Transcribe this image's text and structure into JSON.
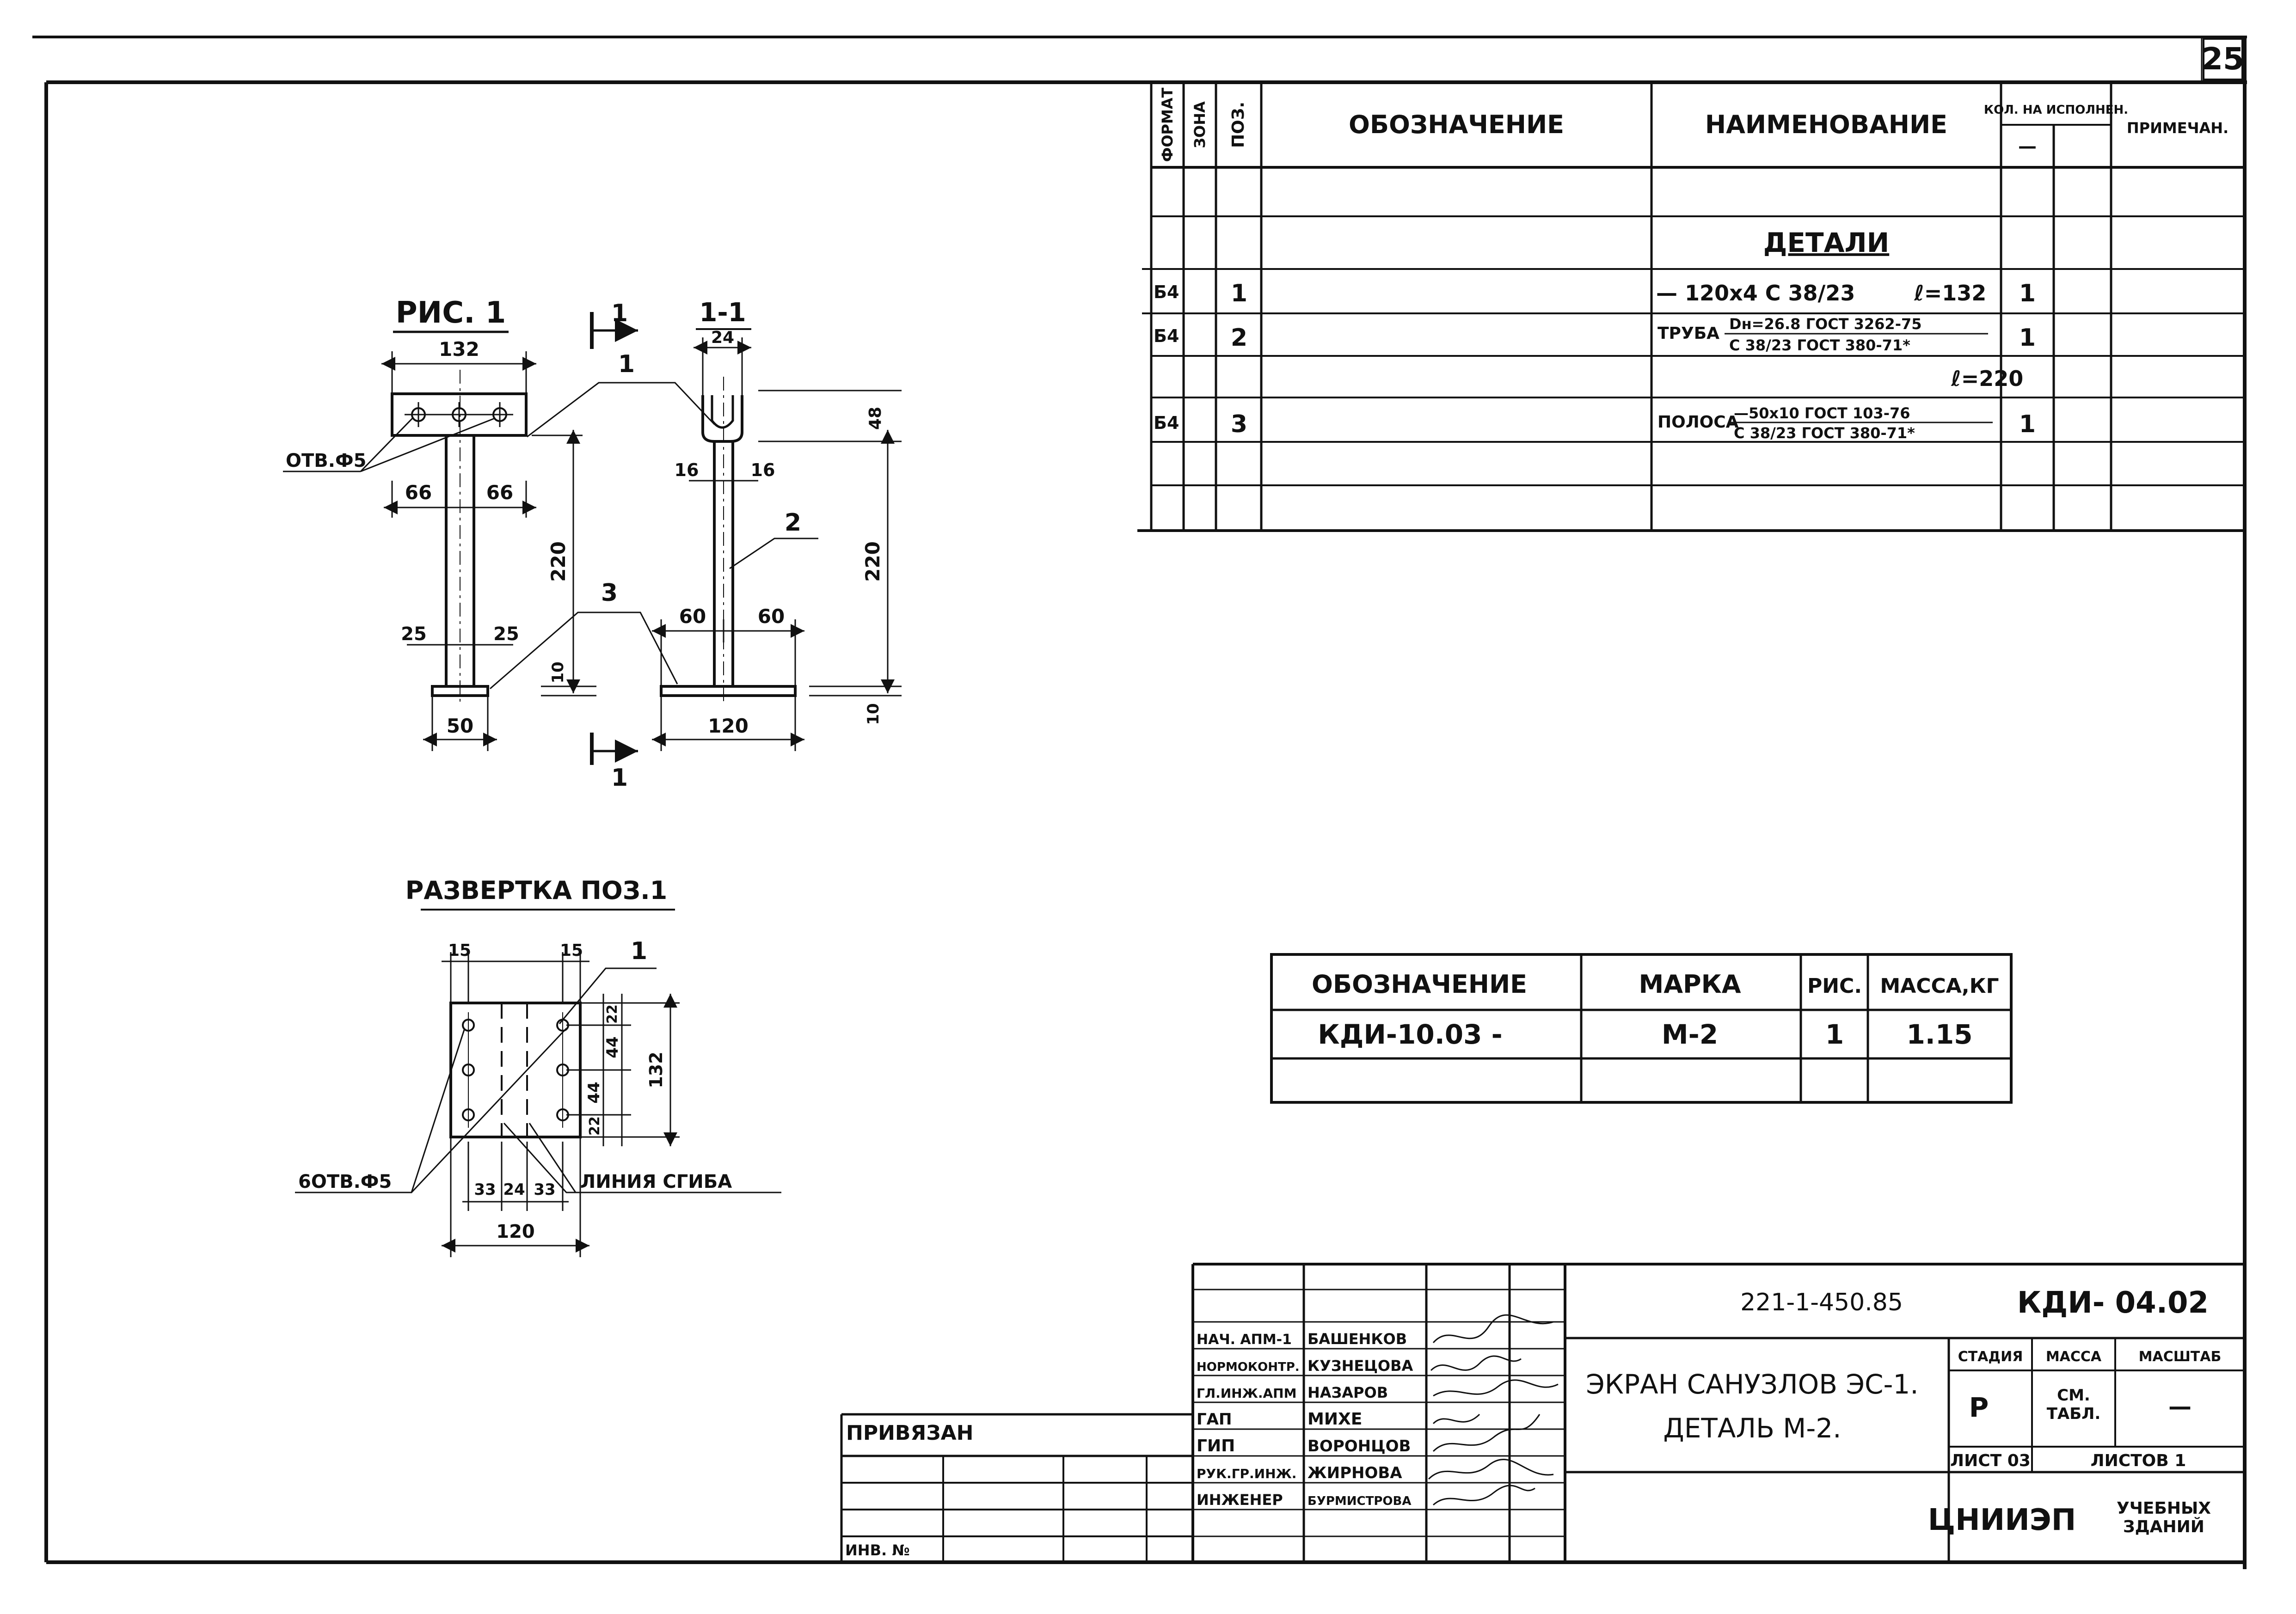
{
  "sheet_number": "25",
  "spec": {
    "headers": {
      "format": "ФОРМАТ",
      "zone": "ЗОНА",
      "pos": "ПОЗ.",
      "designation": "ОБОЗНАЧЕНИЕ",
      "name": "НАИМЕНОВАНИЕ",
      "qty": "КОЛ. НА ИСПОЛНЕН.",
      "qty_sub": "—",
      "note": "ПРИМЕЧАН."
    },
    "section": "ДЕТАЛИ",
    "rows": [
      {
        "format": "Б4",
        "pos": "1",
        "name": "— 120x4  С 38/23",
        "length": "ℓ=132",
        "qty": "1"
      },
      {
        "format": "Б4",
        "pos": "2",
        "name_prefix": "ТРУБА",
        "name_num": "Dн=26.8 ГОСТ 3262-75",
        "name_den": "С 38/23  ГОСТ 380-71*",
        "length": "ℓ=220",
        "qty": "1"
      },
      {
        "format": "Б4",
        "pos": "3",
        "name_prefix": "ПОЛОСА",
        "name_num": "—50x10 ГОСТ 103-76",
        "name_den": "С 38/23 ГОСТ 380-71*",
        "qty": "1"
      }
    ]
  },
  "drawing": {
    "fig1_title": "РИС. 1",
    "section_label": "1-1",
    "cut_mark": "1",
    "leaders": [
      "1",
      "2",
      "3"
    ],
    "hole_label": "ОТВ.Ф5",
    "dims": {
      "d132": "132",
      "d24": "24",
      "d48": "48",
      "d66a": "66",
      "d66b": "66",
      "d16a": "16",
      "d16b": "16",
      "d220a": "220",
      "d220b": "220",
      "d25a": "25",
      "d25b": "25",
      "d60a": "60",
      "d60b": "60",
      "d10a": "10",
      "d10b": "10",
      "d50": "50",
      "d120": "120"
    },
    "unfold": {
      "title": "РАЗВЕРТКА ПОЗ.1",
      "d15a": "15",
      "d15b": "15",
      "d22a": "22",
      "d44a": "44",
      "d44b": "44",
      "d22b": "22",
      "d132": "132",
      "d33a": "33",
      "d24": "24",
      "d33b": "33",
      "d120": "120",
      "holes_label": "6ОТВ.Ф5",
      "bend_label": "ЛИНИЯ СГИБА",
      "leader": "1"
    }
  },
  "mark_table": {
    "headers": [
      "ОБОЗНАЧЕНИЕ",
      "МАРКА",
      "РИС.",
      "МАССА,КГ"
    ],
    "row": [
      "КДИ-10.03 -",
      "М-2",
      "1",
      "1.15"
    ]
  },
  "title_block": {
    "doc_number": "221-1-450.85",
    "code": "КДИ- 04.02",
    "title_line1": "ЭКРАН САНУЗЛОВ ЭС-1.",
    "title_line2": "ДЕТАЛЬ М-2.",
    "stage_header": "СТАДИЯ",
    "mass_header": "МАССА",
    "scale_header": "МАСШТАБ",
    "stage": "Р",
    "mass_line1": "СМ.",
    "mass_line2": "ТАБЛ.",
    "scale": "—",
    "sheet": "ЛИСТ 03",
    "sheets": "ЛИСТОВ  1",
    "org": "ЦНИИЭП",
    "org_sub1": "УЧЕБНЫХ",
    "org_sub2": "ЗДАНИЙ",
    "bound_label": "ПРИВЯЗАН",
    "inv_label": "ИНВ. №",
    "roles": [
      {
        "role": "НАЧ. АПМ-1",
        "name": "БАШЕНКОВ"
      },
      {
        "role": "НОРМОКОНТР.",
        "name": "КУЗНЕЦОВА"
      },
      {
        "role": "ГЛ.ИНЖ.АПМ",
        "name": "НАЗАРОВ"
      },
      {
        "role": "ГАП",
        "name": "МИХЕ"
      },
      {
        "role": "ГИП",
        "name": "ВОРОНЦОВ"
      },
      {
        "role": "РУК.ГР.ИНЖ.",
        "name": "ЖИРНОВА"
      },
      {
        "role": "ИНЖЕНЕР",
        "name": "БУРМИСТРОВА"
      }
    ]
  }
}
